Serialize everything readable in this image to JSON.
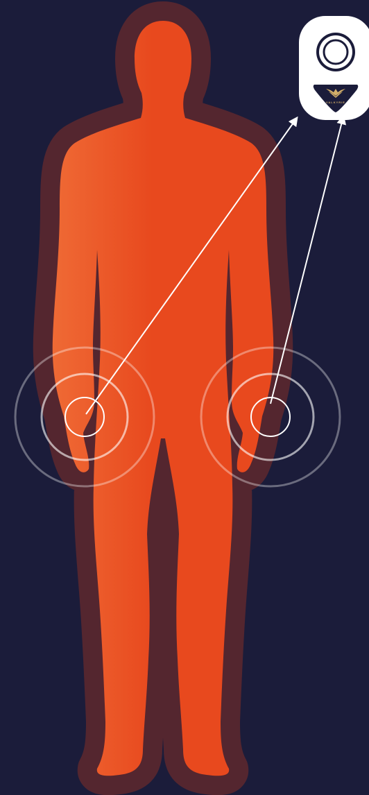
{
  "colors": {
    "background": "#1b1c3a",
    "halo": "#54262f",
    "body_start": "#ef6a35",
    "body_end": "#e8491e",
    "ring": "#ffffff",
    "device": "#ffffff",
    "device_badge": "#1b1c3a",
    "brand_gold": "#d4b06a"
  },
  "device": {
    "brand_label": "VALKYRIE",
    "logo_icon": "winged-crest-icon"
  },
  "sensors": [
    {
      "name": "left-hand-sensor"
    },
    {
      "name": "right-hand-sensor"
    }
  ]
}
